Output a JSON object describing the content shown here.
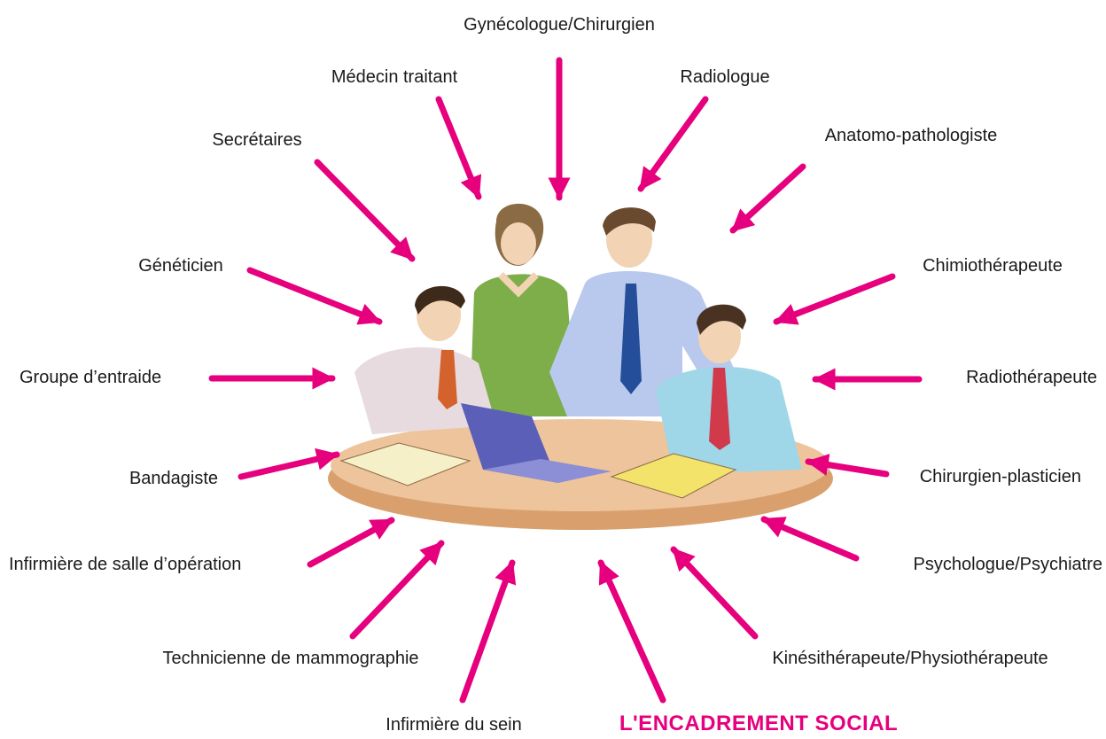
{
  "colors": {
    "accent": "#e6007e",
    "text": "#1a1a1a",
    "table": "#e0b189"
  },
  "illustration": {
    "description_icon": "team-meeting-clipart"
  },
  "labels": {
    "gynecologue": "Gynécologue/Chirurgien",
    "medecin": "Médecin traitant",
    "radiologue": "Radiologue",
    "secretaires": "Secrétaires",
    "anatomo": "Anatomo-pathologiste",
    "geneticien": "Généticien",
    "chimio": "Chimiothérapeute",
    "groupe": "Groupe d’entraide",
    "radiotherapeute": "Radiothérapeute",
    "bandagiste": "Bandagiste",
    "plasticien": "Chirurgien-plasticien",
    "infirmiere_salle": "Infirmière de salle d’opération",
    "psychologue": "Psychologue/Psychiatre",
    "technicienne": "Technicienne de mammographie",
    "kine": "Kinésithérapeute/Physiothérapeute",
    "infirmiere_sein": "Infirmière du sein",
    "encadrement": "L'ENCADREMENT SOCIAL"
  }
}
